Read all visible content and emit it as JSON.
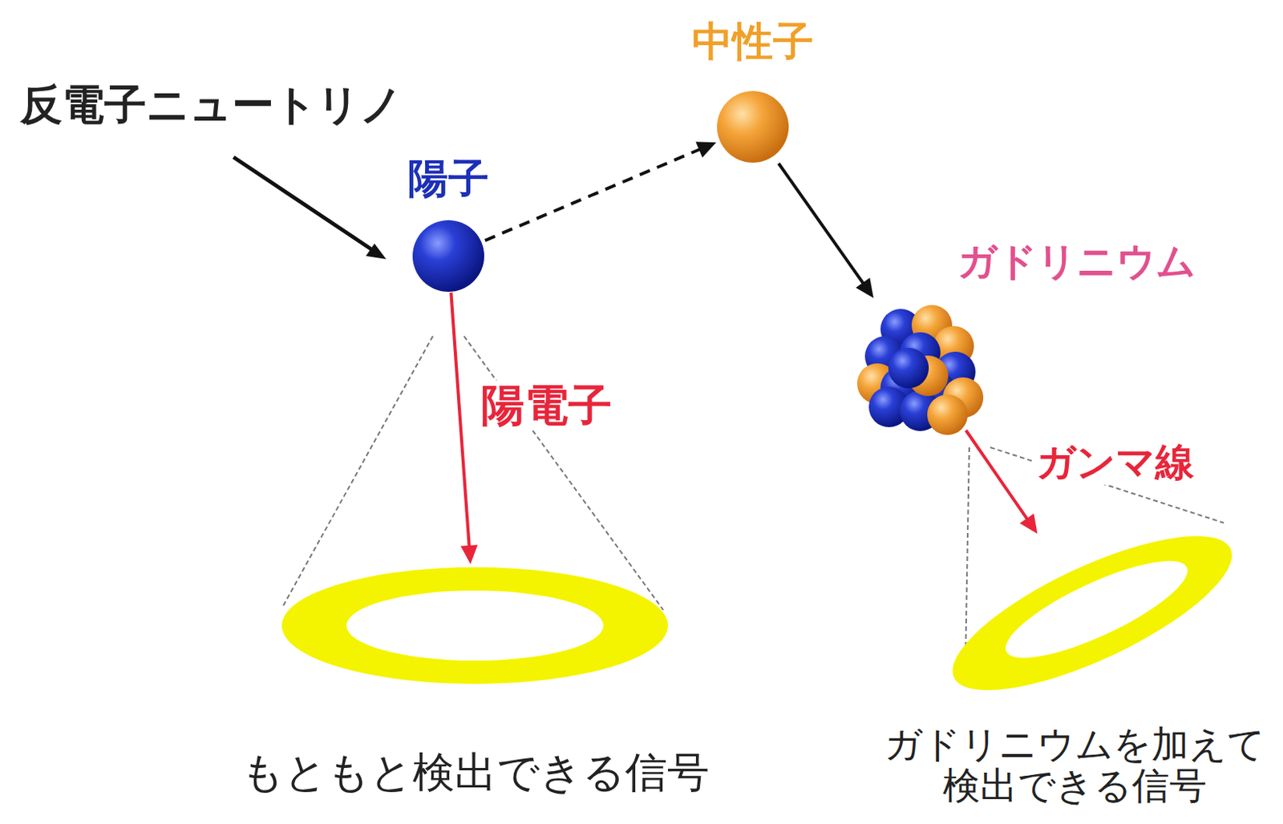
{
  "diagram": {
    "nodes": [
      {
        "text": [
          "陽子"
        ]
      },
      {
        "text": [
          "中性子"
        ]
      },
      {
        "text": [
          "ガドリニウム"
        ]
      },
      {
        "text": [
          "もともと検出できる信号"
        ]
      },
      {
        "text": [
          "ガドリニウムを加えて 検出できる信号"
        ]
      }
    ],
    "edges": [
      {
        "from": 0,
        "to": 1,
        "arrow": "to"
      },
      {
        "from": 1,
        "to": 2,
        "arrow": "to"
      },
      {
        "from": 0,
        "to": 3,
        "label": "陽電子",
        "arrow": "to"
      },
      {
        "from": 2,
        "to": 4,
        "label": "ガンマ線",
        "arrow": "to"
      }
    ],
    "labels": [
      "反電子ニュートリノ"
    ]
  }
}
